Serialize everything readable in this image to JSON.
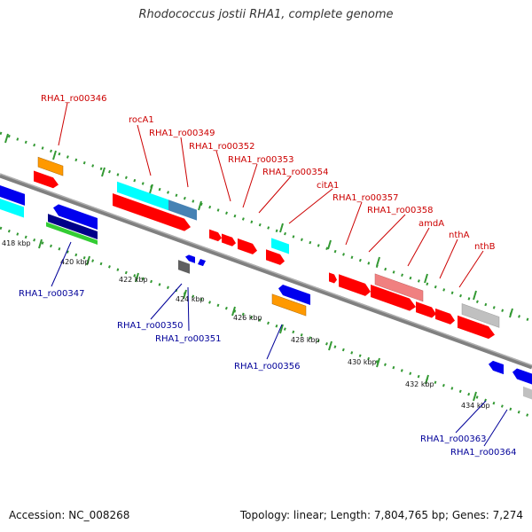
{
  "title": "Rhodococcus jostii RHA1, complete genome",
  "footer": {
    "accession": "Accession: NC_008268",
    "summary": "Topology: linear; Length: 7,804,765 bp; Genes: 7,274"
  },
  "colors": {
    "red": "#ff0000",
    "blue": "#0000ee",
    "orange": "#ff9900",
    "cyan": "#00ffff",
    "green": "#33cc33",
    "steel": "#4682b4",
    "pink": "#f08080",
    "gray": "#c0c0c0",
    "dkgray": "#808080",
    "dotted": "#339933",
    "label_fwd": "#cc0000",
    "label_rev": "#000099"
  },
  "ticks": [
    "418 kbp",
    "420 kbp",
    "422 kbp",
    "424 kbp",
    "426 kbp",
    "428 kbp",
    "430 kbp",
    "432 kbp",
    "434 kbp"
  ],
  "labels_top": [
    "RHA1_ro00346",
    "rocA1",
    "RHA1_ro00349",
    "RHA1_ro00352",
    "RHA1_ro00353",
    "RHA1_ro00354",
    "citA1",
    "RHA1_ro00357",
    "RHA1_ro00358",
    "amdA",
    "nthA",
    "nthB"
  ],
  "labels_bottom": [
    "RHA1_ro00347",
    "RHA1_ro00350",
    "RHA1_ro00351",
    "RHA1_ro00356",
    "RHA1_ro00363",
    "RHA1_ro00364"
  ]
}
